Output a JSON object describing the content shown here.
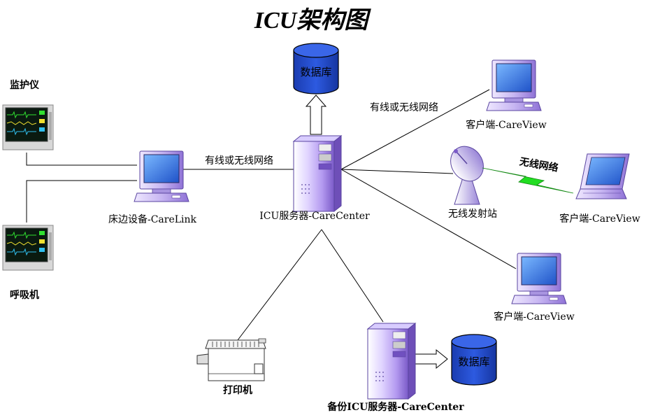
{
  "title": "ICU架构图",
  "labels": {
    "monitor": "监护仪",
    "ventilator": "呼吸机",
    "bedside": "床边设备-CareLink",
    "server": "ICU服务器-CareCenter",
    "backup_server": "备份ICU服务器-CareCenter",
    "printer": "打印机",
    "db_top": "数据库",
    "db_bottom": "数据库",
    "net_left": "有线或无线网络",
    "net_right": "有线或无线网络",
    "wireless_station": "无线发射站",
    "wireless_net": "无线网络",
    "client_top": "客户端-CareView",
    "client_laptop": "客户端-CareView",
    "client_bottom": "客户端-CareView"
  },
  "colors": {
    "db_fill": "#1f45c8",
    "computer_body": "#b8a8e8",
    "computer_dark": "#7a5fc8",
    "screen": "#3a76e0",
    "wireless_bolt": "#22dd22"
  },
  "icons": [
    "monitor-device-icon",
    "ventilator-device-icon",
    "computer-icon",
    "server-icon",
    "database-icon",
    "printer-icon",
    "satellite-dish-icon",
    "laptop-icon"
  ]
}
